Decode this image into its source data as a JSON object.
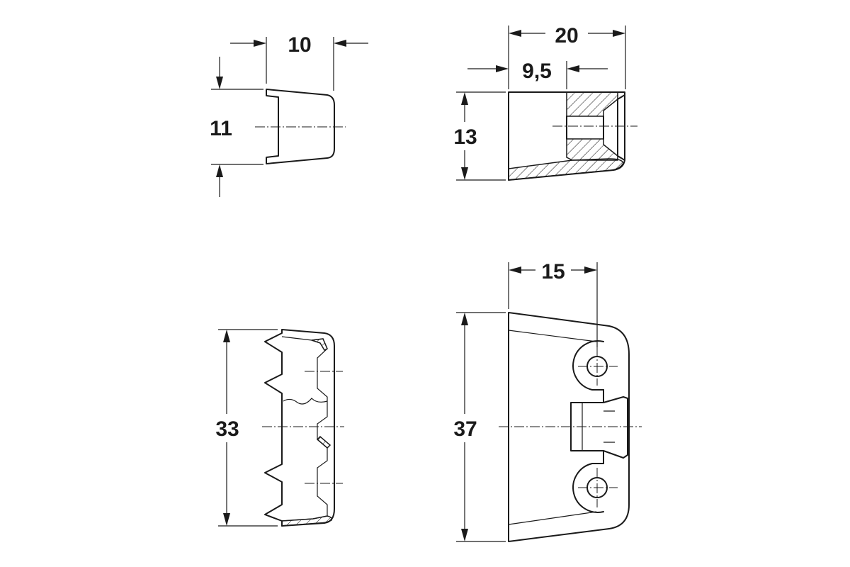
{
  "dimensions": {
    "top_left_width": "10",
    "top_left_height": "11",
    "top_right_width": "20",
    "top_right_inner": "9,5",
    "top_right_height": "13",
    "bottom_right_width": "15",
    "bottom_left_height": "33",
    "bottom_right_height": "37"
  },
  "colors": {
    "line": "#1a1a1a",
    "background": "#ffffff"
  }
}
